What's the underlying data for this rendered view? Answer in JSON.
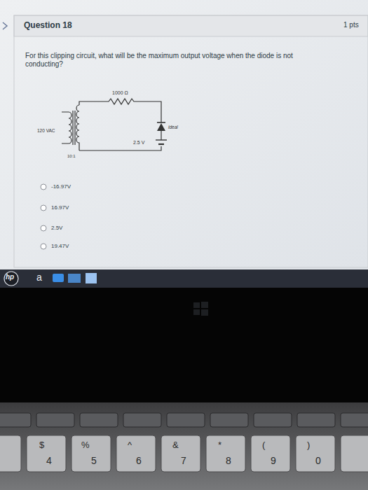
{
  "diagram": {
    "title": "Question 18",
    "labels": [
      "1 pts",
      "For this clipping circuit, what will be the maximum output voltage when the diode is not conducting?",
      "1000 Ω",
      "ideal",
      "120 VAC",
      "2.5 V",
      "10:1",
      "-16.97V",
      "16.97V",
      "2.5V",
      "19.47V",
      "hp",
      "a",
      "$",
      "4",
      "%",
      "5",
      "^",
      "6",
      "&",
      "7",
      "*",
      "8",
      "(",
      "9",
      ")",
      "0"
    ]
  }
}
